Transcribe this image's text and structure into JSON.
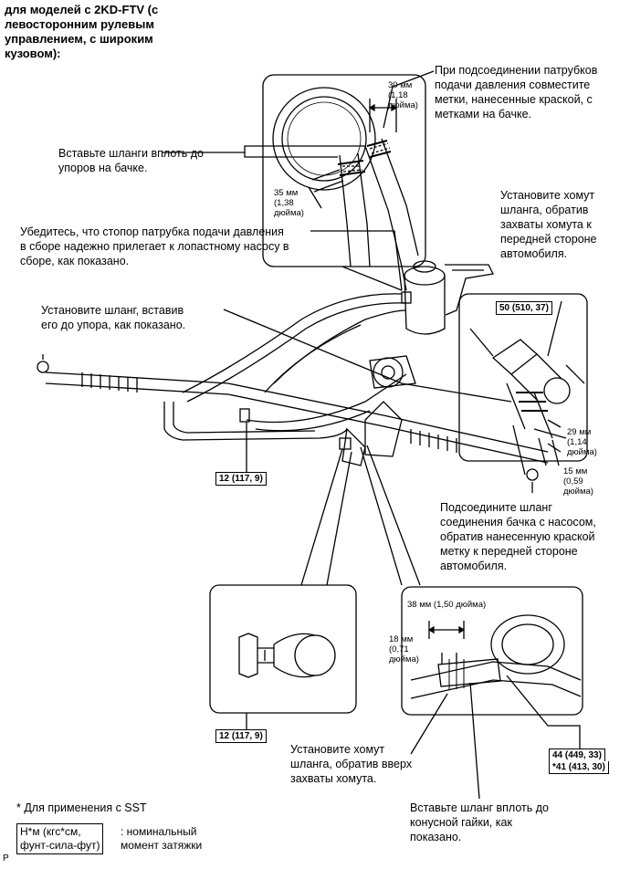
{
  "title": "для моделей с 2KD-FTV (с\nлевосторонним рулевым\nуправлением, с широким\nкузовом):",
  "notes": {
    "pressure_marks": "При подсоединении патрубков\nподачи давления совместите\nметки, нанесенные краской, с\nметками на бачке.",
    "insert_to_stops": "Вставьте шланги вплоть до\nупоров на бачке.",
    "clamp_front": "Установите хомут\nшланга, обратив\nзахваты хомута к\nпередней стороне\nавтомобиля.",
    "stopper_check": "Убедитесь, что стопор патрубка подачи давления\nв сборе надежно прилегает к лопастному насосу в\nсборе, как показано.",
    "insert_hose": "Установите шланг, вставив\nего до упора, как показано.",
    "connect_hose": "Подсоедините шланг\nсоединения бачка с насосом,\nобратив нанесенную краской\nметку к передней стороне\nавтомобиля.",
    "clamp_up": "Установите хомут\nшланга, обратив вверх\nзахваты хомута.",
    "cone_nut": "Вставьте шланг вплоть до\nконусной гайки, как\nпоказано.",
    "sst": "* Для применения с SST"
  },
  "dimensions": {
    "d30": "30 мм\n(1,18\nдюйма)",
    "d35": "35 мм\n(1,38\nдюйма)",
    "d29": "29 мм\n(1,14\nдюйма)",
    "d15": "15 мм\n(0,59\nдюйма)",
    "d38": "38 мм (1,50 дюйма)",
    "d18": "18 мм\n(0,71\nдюйма)"
  },
  "torques": {
    "t50": "50 (510, 37)",
    "t12a": "12 (117, 9)",
    "t12b": "12 (117, 9)",
    "t44": "44 (449, 33)",
    "t41": "*41 (413, 30)"
  },
  "legend": {
    "box": "Н*м (кгс*см,\nфунт-сила-фут)",
    "text": ": номинальный\nмомент затяжки"
  },
  "footer_code": "P"
}
